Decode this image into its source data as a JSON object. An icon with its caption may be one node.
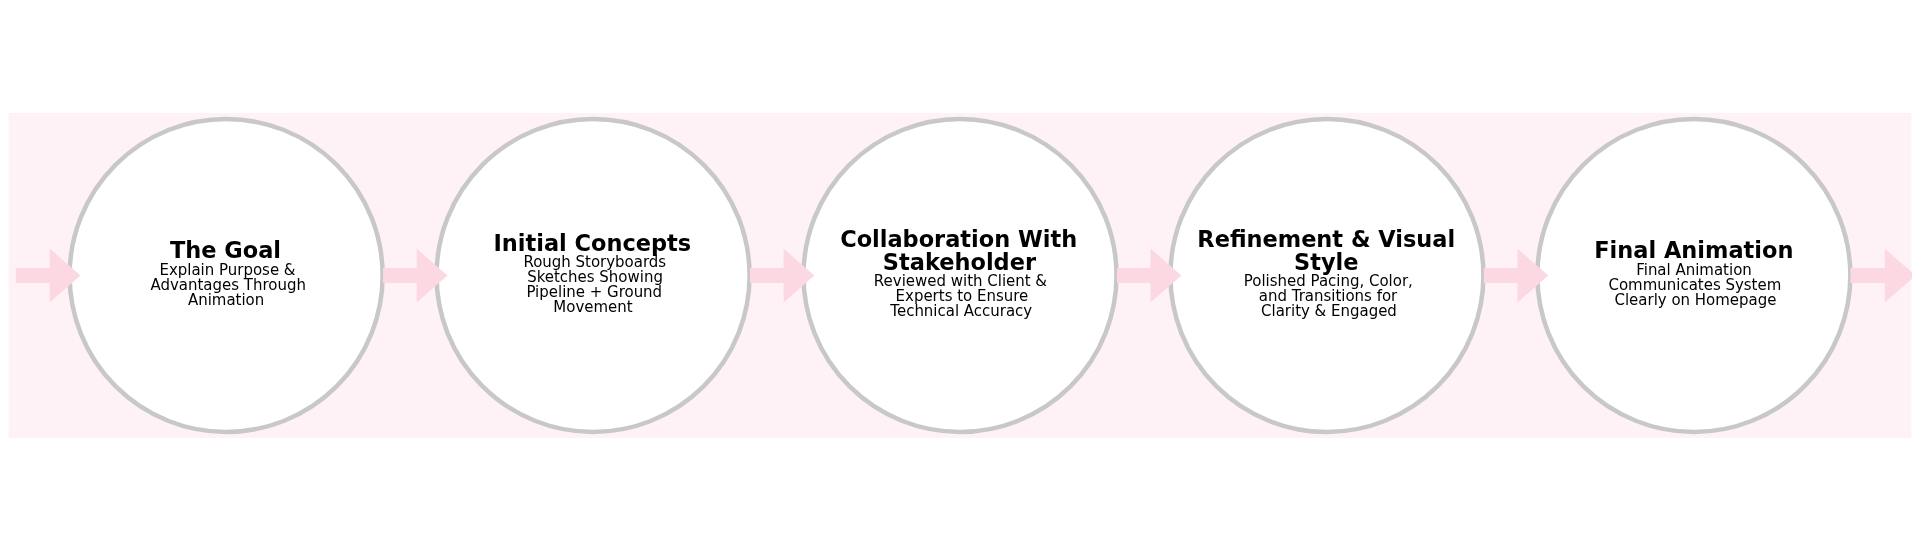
{
  "diagram": {
    "nodes": [
      {
        "text": [
          "The Goal",
          "Explain Purpose & Advantages Through Animation"
        ]
      },
      {
        "text": [
          "Initial Concepts",
          "Rough Storyboards Sketches Showing Pipeline + Ground Movement"
        ]
      },
      {
        "text": [
          "Collaboration With Stakeholder",
          "Reviewed with Client & Experts to Ensure Technical Accuracy"
        ]
      },
      {
        "text": [
          "Refinement & Visual Style",
          "Polished Pacing, Color, and Transitions for Clarity & Engaged"
        ]
      },
      {
        "text": [
          "Final Animation",
          "Final Animation Communicates System Clearly on Homepage"
        ]
      }
    ],
    "edges": [
      {
        "from": null,
        "to": 0,
        "arrow": "to"
      },
      {
        "from": 0,
        "to": 1,
        "arrow": "to"
      },
      {
        "from": 1,
        "to": 2,
        "arrow": "to"
      },
      {
        "from": 2,
        "to": 3,
        "arrow": "to"
      },
      {
        "from": 3,
        "to": 4,
        "arrow": "to"
      },
      {
        "from": 4,
        "to": null,
        "arrow": "to"
      }
    ]
  }
}
